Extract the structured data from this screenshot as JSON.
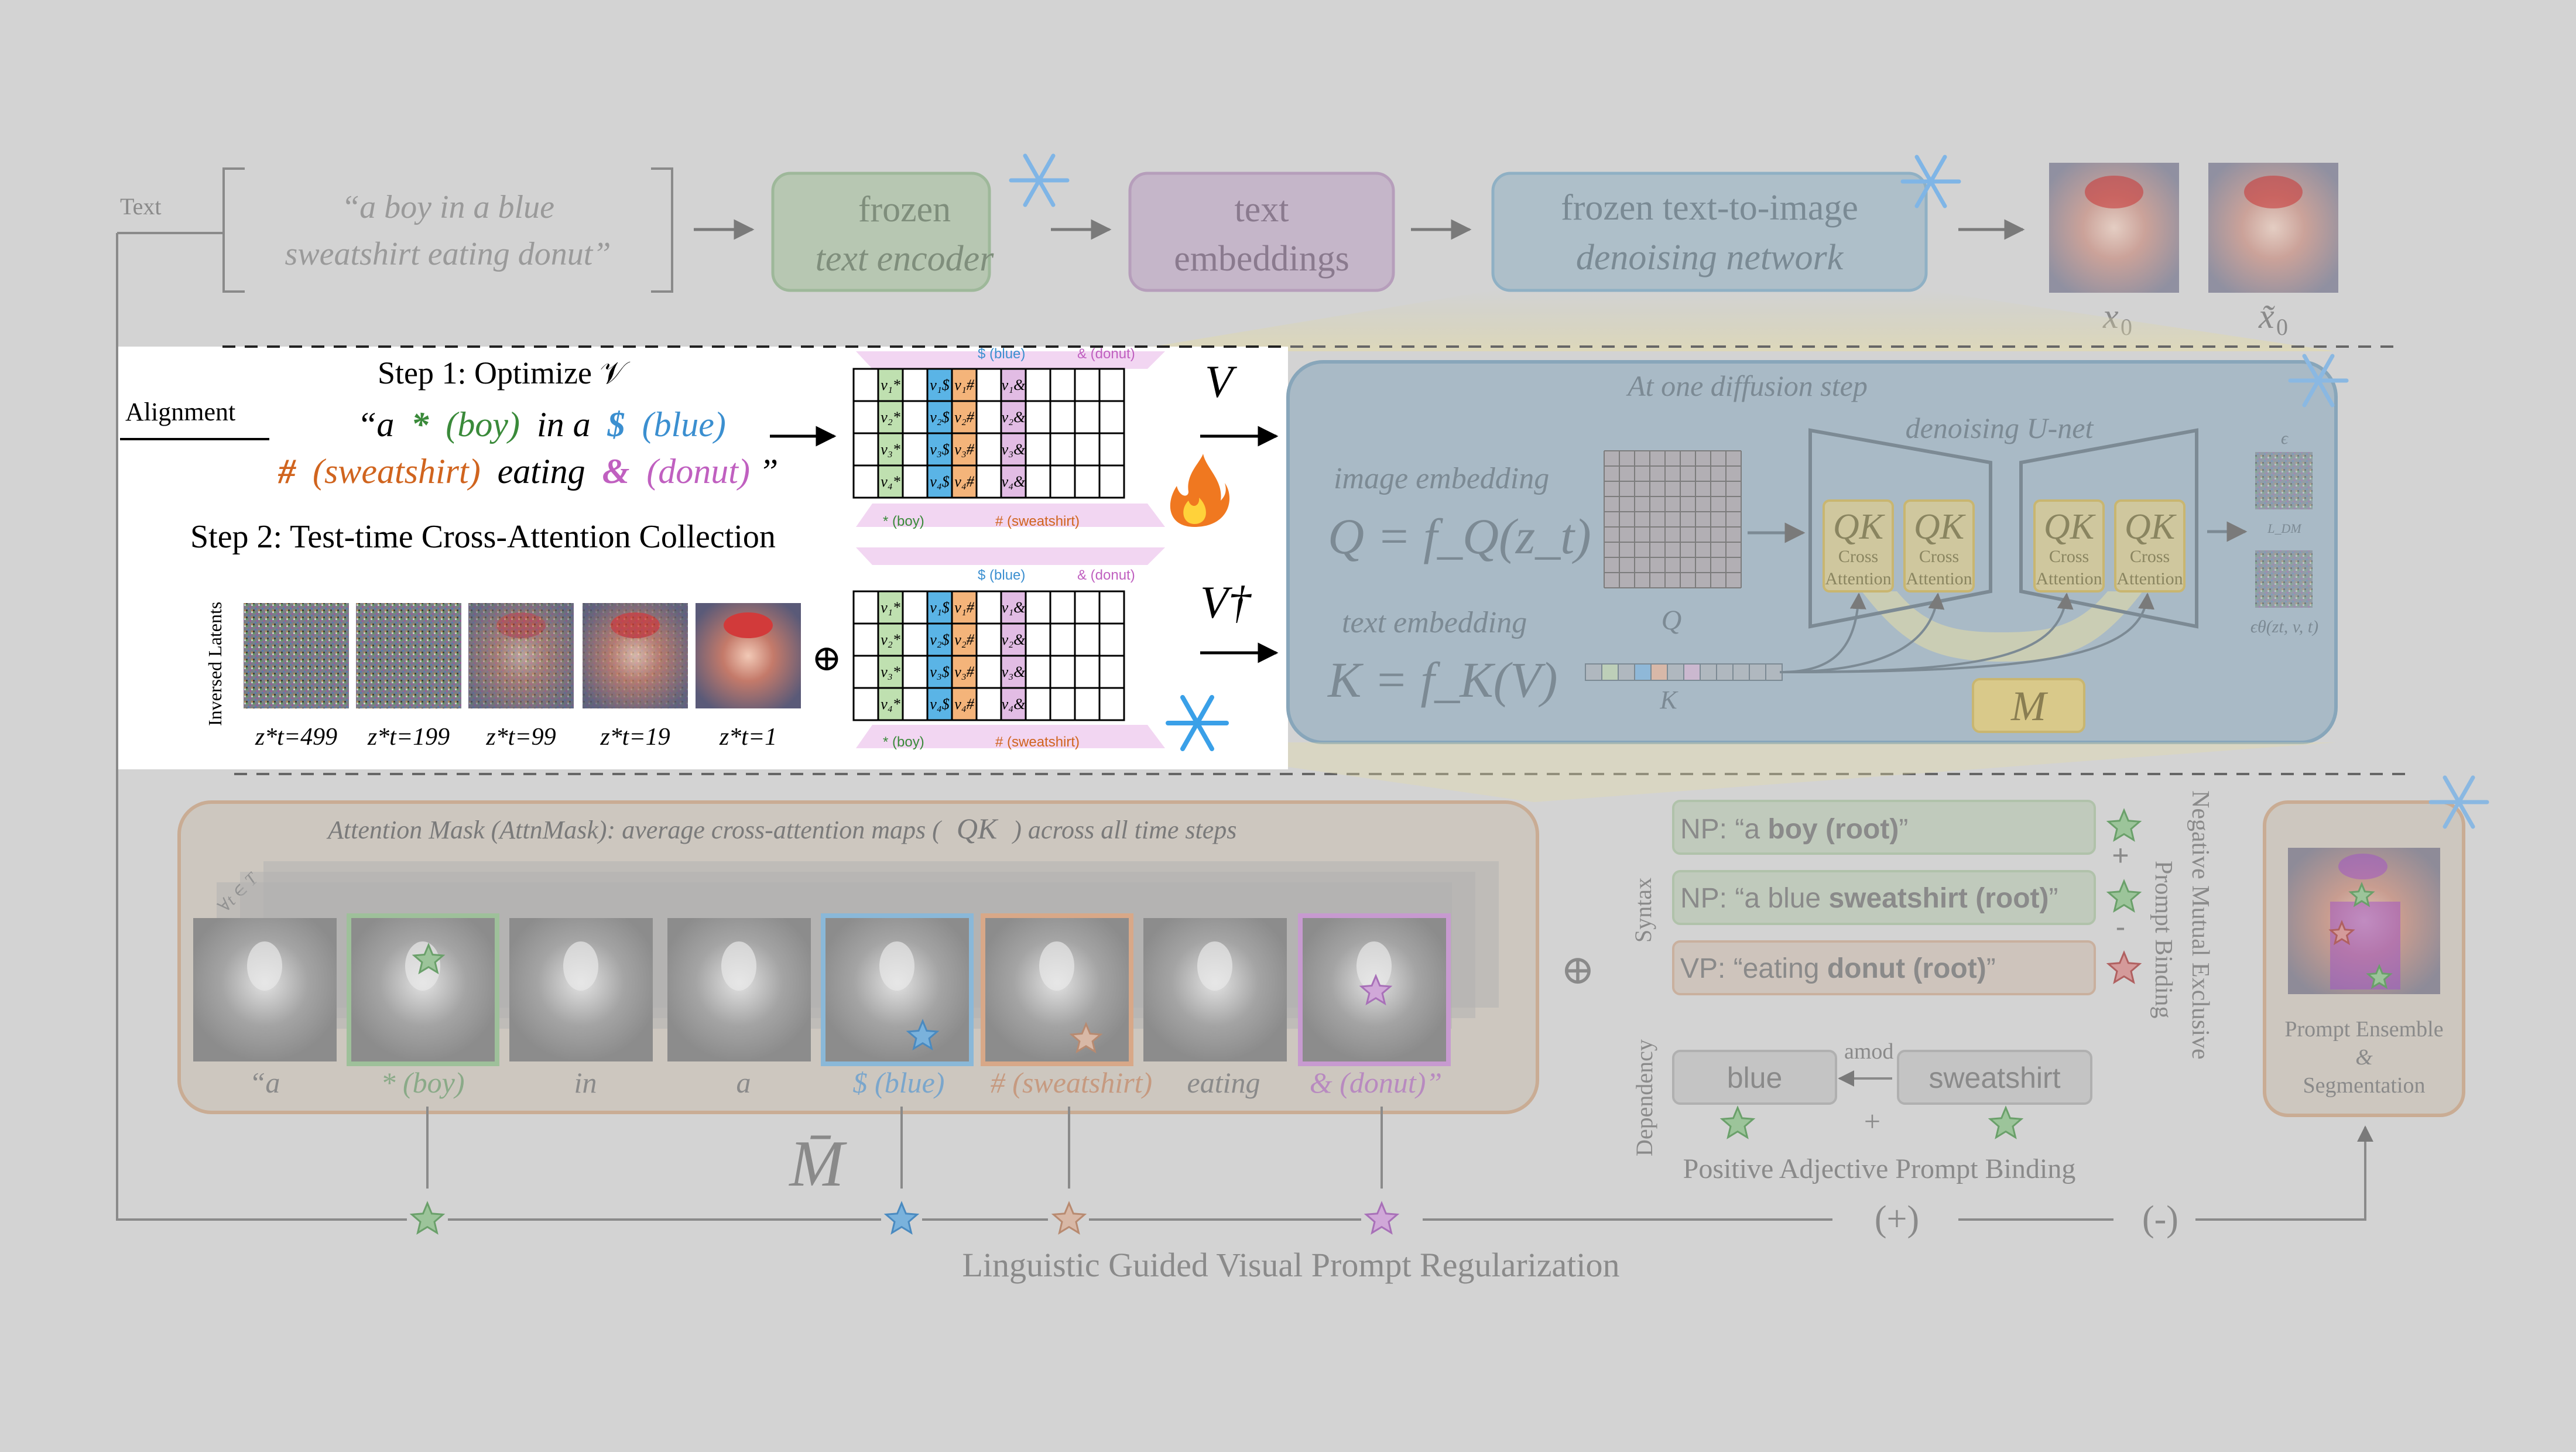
{
  "top": {
    "text_label": "Text",
    "prompt_line1": "“a boy in a blue",
    "prompt_line2": "sweatshirt eating donut”",
    "encoder_line1": "frozen",
    "encoder_line2": "text encoder",
    "embed_line1": "text",
    "embed_line2": "embeddings",
    "net_line1": "frozen text-to-image",
    "net_line2": "denoising network",
    "x0": "x",
    "x0_sub": "0",
    "x0t": "x̃",
    "x0t_sub": "0"
  },
  "alignment": {
    "label": "Alignment",
    "step1": "Step 1: Optimize 𝒱",
    "prompt_l1_a": "“a",
    "prompt_l1_star": "*",
    "prompt_l1_boy": "(boy)",
    "prompt_l1_mid": "in a",
    "prompt_l1_dollar": "$",
    "prompt_l1_blue": "(blue)",
    "prompt_l2_hash": "#",
    "prompt_l2_sweat": "(sweatshirt)",
    "prompt_l2_mid": "eating",
    "prompt_l2_amp": "&",
    "prompt_l2_donut": "(donut)",
    "prompt_l2_end": "”",
    "step2": "Step 2: Test-time Cross-Attention Collection",
    "latents_label": "Inversed Latents",
    "V": "V",
    "Vdag": "V†",
    "oplus": "⊕",
    "top_tags": [
      "$ (blue)",
      "& (donut)"
    ],
    "bot_tags": [
      "* (boy)",
      "# (sweatshirt)"
    ],
    "cells_star": [
      "v₁*",
      "v₂*",
      "v₃*",
      "v₄*"
    ],
    "cells_dollar": [
      "v₁$",
      "v₂$",
      "v₃$",
      "v₄$"
    ],
    "cells_hash": [
      "v₁#",
      "v₂#",
      "v₃#",
      "v₄#"
    ],
    "cells_amp": [
      "v₁&",
      "v₂&",
      "v₃&",
      "v₄&"
    ],
    "latent_labels": [
      "z*t=499",
      "z*t=199",
      "z*t=99",
      "z*t=19",
      "z*t=1"
    ]
  },
  "unet": {
    "title": "At one diffusion step",
    "subtitle": "denoising U-net",
    "image_embedding": "image embedding",
    "Q_formula": "Q = f_Q(z_t)",
    "text_embedding": "text embedding",
    "K_formula": "K = f_K(V)",
    "Q": "Q",
    "K": "K",
    "QK": "QK",
    "cross": "Cross",
    "attention": "Attention",
    "M": "M",
    "eps": "ϵ",
    "ldm": "L_DM",
    "eps_theta": "ϵθ(zt, v, t)"
  },
  "mask": {
    "title_a": "Attention Mask (AttnMask): average cross-attention maps (",
    "title_qk": "QK",
    "title_b": ") across all time steps",
    "time_label": "∀t ∈ T",
    "words": [
      "“a",
      "* (boy)",
      "in",
      "a",
      "$ (blue)",
      "# (sweatshirt)",
      "eating",
      "& (donut)”"
    ],
    "mbar": "M̄",
    "oplus": "⊕"
  },
  "binding": {
    "syntax": "Syntax",
    "dependency": "Dependency",
    "np1_a": "NP: “a ",
    "np1_b": "boy (root)",
    "np1_c": "”",
    "np2_a": "NP: “a blue ",
    "np2_b": "sweatshirt (root)",
    "np2_c": "”",
    "vp_a": "VP: “eating ",
    "vp_b": "donut (root)",
    "vp_c": "”",
    "blue": "blue",
    "sweatshirt": "sweatshirt",
    "amod": "amod",
    "plus": "+",
    "minus": "-",
    "positive": "Positive Adjective Prompt Binding",
    "negative_l1": "Negative Mutual Exclusive",
    "negative_l2": "Prompt Binding",
    "ensemble_l1": "Prompt Ensemble",
    "ensemble_l2": "&",
    "ensemble_l3": "Segmentation"
  },
  "bottom": {
    "plus": "(+)",
    "minus": "(-)",
    "caption": "Linguistic Guided Visual Prompt Regularization"
  },
  "colors": {
    "star_green": "#4a9a4a",
    "dollar_blue": "#3b8fd0",
    "hash_orange": "#d0641e",
    "amp_pink": "#c060c0",
    "cell_green": "#bfe0b0",
    "cell_blue": "#5ab4e6",
    "cell_orange": "#f4b47a",
    "cell_pink": "#e2bce4"
  }
}
